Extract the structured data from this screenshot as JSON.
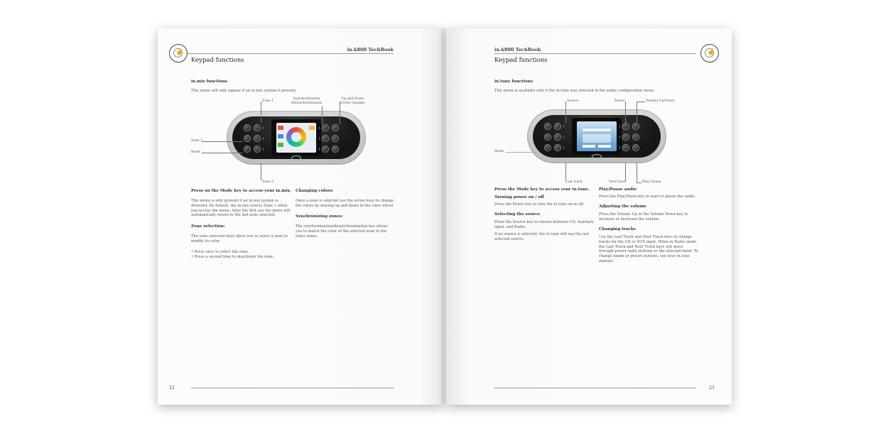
{
  "left": {
    "running_head": "in.k800 TechBook",
    "section_title": "Keypad functions",
    "subsection": "in.mix functions",
    "intro": "This menu will only appear if an in.mix system is present.",
    "callouts": {
      "zone1": "Zone 1",
      "sync": "Synchronization\nDesynchronization",
      "updown": "Up and Down\n(Color change)",
      "zone2": "Zone 2",
      "mode": "Mode",
      "zone3": "Zone 3"
    },
    "col1": {
      "h1": "Press on the Mode key to access your in.mix.",
      "p1": "This menu is only present if an in.mix system is detected. By default, the in.mix selects Zone 1 when you access the menu. After the first use the menu will automatically return to the last zone selected.",
      "h2": "Zone selection:",
      "p2": "The zone selection keys allow you to select a zone to modify its color.",
      "b1": "• Press once to select the zone.",
      "b2": "• Press a second time to deactivate the zone."
    },
    "col2": {
      "h1": "Changing colors:",
      "p1": "Once a zone is selected use the arrow keys to change the colors by moving up and down in the color wheel.",
      "h2": "Synchronizing zones:",
      "p2": "The synchronization/desynchronization key allows you to match the color of the selected zone to the other zones."
    },
    "page_number": "22"
  },
  "right": {
    "running_head": "in.k800 TechBook",
    "section_title": "Keypad functions",
    "subsection": "in.tune functions",
    "intro": "This menu is available only if the in.tune was selected in the audio configuration menu.",
    "callouts": {
      "source": "Source",
      "power": "Power",
      "volume": "Volume Up/Down",
      "mode": "Mode",
      "last": "Last track",
      "next": "Next track",
      "play": "Play/ Pause"
    },
    "col1": {
      "h0": "Press the Mode key to access your in.tune.",
      "h1": "Turning power on / off",
      "p1": "Press the Power key to turn the in.tune on or off.",
      "h2": "Selecting the source",
      "p2": "Press the Source key to choose between CD, Auxiliary input, and Radio.",
      "p3": "If no source is selected, the in.tune will use the last selected source."
    },
    "col2": {
      "h1": "Play/Pause audio",
      "p1": "Press the Play/Pause key to start or pause the audio.",
      "h2": "Adjusting the volume",
      "p2": "Press the Volume Up or the Volume Down key to increase or decrease the volume.",
      "h3": "Changing tracks",
      "p3": "Use the Last Track and Next Track keys to change tracks for the CD or AUX input. When in Radio mode, the Last Track and Next Track keys will move through preset radio stations or the selected band. To change bands or preset stations, see your in.tune manual."
    },
    "page_number": "23"
  },
  "colors": {
    "led_blue": "#2f7fd8",
    "screen_left": "#e8eef3",
    "screen_right": "#7fb2dc"
  }
}
